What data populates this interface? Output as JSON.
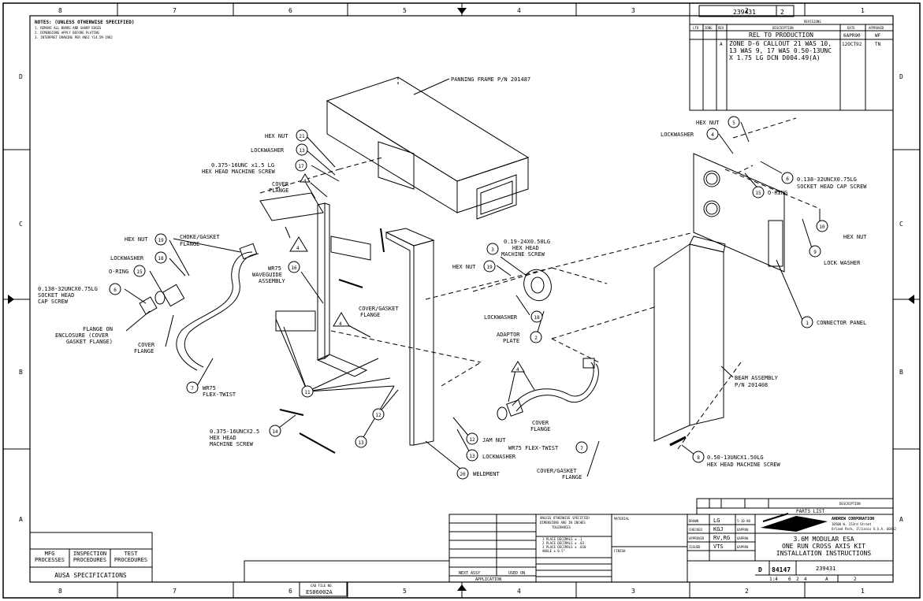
{
  "zone_columns_top": [
    "8",
    "7",
    "6",
    "5",
    "4",
    "3",
    "2",
    "1"
  ],
  "zone_columns_bottom": [
    "8",
    "7",
    "6",
    "5",
    "4",
    "3",
    "2",
    "1"
  ],
  "zone_rows": [
    "D",
    "C",
    "B",
    "A"
  ],
  "notes": {
    "title": "NOTES: (UNLESS OTHERWISE SPECIFIED)",
    "lines": [
      "1. REMOVE ALL BURRS AND SHARP EDGES",
      "2. DIMENSIONS APPLY BEFORE PLATING",
      "3. INTERPRET DRAWING PER ANSI Y14.5M-1982"
    ]
  },
  "header_box": {
    "number": "239431",
    "sheet": "2"
  },
  "revisions": {
    "title": "REVISIONS",
    "headers": [
      "LTR",
      "ZONE",
      "REV",
      "DESCRIPTION",
      "DATE",
      "APPROVED"
    ],
    "rows": [
      {
        "ltr": "",
        "zone": "",
        "rev": "",
        "lines": [
          "REL TO PRODUCTION"
        ],
        "date": "6APR90",
        "approved": "WF"
      },
      {
        "ltr": "",
        "zone": "",
        "rev": "A",
        "lines": [
          "ZONE D-6 CALLOUT 21 WAS 10,",
          "13 WAS 9, 17 WAS 0.50-13UNC",
          "X 1.75 LG DCN D004.49(A)"
        ],
        "date": "12OCT92",
        "approved": "TN"
      }
    ]
  },
  "callouts": {
    "panning_frame": "PANNING FRAME P/N 201487",
    "hex_nut_21": "HEX NUT",
    "lockwasher_13": "LOCKWASHER",
    "screw_17_l1": "0.375-16UNC x1.5 LG",
    "screw_17_l2": "HEX HEAD MACHINE SCREW",
    "cover_flange_1": "COVER",
    "cover_flange_2": "FLANGE",
    "hex_nut_19_left": "HEX NUT",
    "choke_1": "CHOKE/GASKET",
    "choke_2": "FLANGE",
    "lockwasher_18_left": "LOCKWASHER",
    "oring_15_left": "O-RING",
    "screw_6_l1": "0.138-32UNCX0.75LG",
    "screw_6_l2": "SOCKET HEAD",
    "screw_6_l3": "CAP SCREW",
    "flange_enc_1": "FLANGE ON",
    "flange_enc_2": "ENCLOSURE (COVER",
    "flange_enc_3": "GASKET FLANGE)",
    "cover_flange_b1": "COVER",
    "cover_flange_b2": "FLANGE",
    "wr75_guide_1": "WR75",
    "wr75_guide_2": "WAVEGUIDE",
    "wr75_guide_3": "ASSEMBLY",
    "cover_gasket_1": "COVER/GASKET",
    "cover_gasket_2": "FLANGE",
    "wr75_flex_1": "WR75",
    "wr75_flex_2": "FLEX-TWIST",
    "screw_14_1": "0.375-16UNCX2.5",
    "screw_14_2": "HEX HEAD",
    "screw_14_3": "MACHINE SCREW",
    "screw_3_1": "0.19-24X0.50LG",
    "screw_3_2": "HEX HEAD",
    "screw_3_3": "MACHINE SCREW",
    "hex_nut_19_mid": "HEX NUT",
    "lockwasher_18_mid": "LOCKWASHER",
    "adaptor_1": "ADAPTOR",
    "adaptor_2": "PLATE",
    "cover_flange_r1": "COVER",
    "cover_flange_r2": "FLANGE",
    "jam_nut": "JAM NUT",
    "wr75_flex_mid": "WR75 FLEX-TWIST",
    "lockwasher_13_mid": "LOCKWASHER",
    "weldment": "WELDMENT",
    "cover_gasket_b1": "COVER/GASKET",
    "cover_gasket_b2": "FLANGE",
    "hex_nut_5": "HEX NUT",
    "lockwasher_4": "LOCKWASHER",
    "screw_6r_1": "0.138-32UNCX0.75LG",
    "screw_6r_2": "SOCKET HEAD CAP SCREW",
    "oring_15_right": "O-RING",
    "hex_nut_10": "HEX NUT",
    "lock_washer_9": "LOCK WASHER",
    "connector_panel": "CONNECTOR PANEL",
    "beam_1": "BEAM ASSEMBLY",
    "beam_2": "P/N 201408",
    "screw_8_1": "0.50-13UNCX1.50LG",
    "screw_8_2": "HEX HEAD MACHINE SCREW"
  },
  "balloons": [
    "21",
    "13",
    "17",
    "4",
    "19",
    "18",
    "15",
    "6",
    "16",
    "4",
    "11",
    "7",
    "14",
    "12",
    "13",
    "3",
    "19",
    "18",
    "2",
    "4",
    "12",
    "13",
    "20",
    "7",
    "5",
    "4",
    "6",
    "15",
    "10",
    "9",
    "1",
    "8"
  ],
  "delta_notes": [
    "4",
    "4",
    "4",
    "4"
  ],
  "parts_list": {
    "title": "PARTS LIST",
    "description": "DESCRIPTION"
  },
  "company": {
    "name": "ANDREW CORPORATION",
    "addr1": "10500 W. 153rd Street",
    "addr2": "Orland Park, Illinois U.S.A. 60462"
  },
  "drawing_title": {
    "l1": "3.6M MODULAR ESA",
    "l2": "ONE RUN CROSS AXIS KIT",
    "l3": "INSTALLATION INSTRUCTIONS"
  },
  "title_block": {
    "size": "D",
    "code": "84147",
    "dwg_no": "239431",
    "scale": "1:4",
    "sheet": "2",
    "approvals": [
      {
        "role": "DRAWN",
        "name": "LG",
        "date": "5-10-90"
      },
      {
        "role": "CHECKED",
        "name": "KGJ",
        "date": "6APR90"
      },
      {
        "role": "APPROVED",
        "name": "RV,RG",
        "date": "6APR90"
      },
      {
        "role": "ISSUED",
        "name": "VTS",
        "date": "6APR90"
      }
    ],
    "footer_boxes": [
      "6",
      "2",
      "4",
      "A"
    ]
  },
  "tolerances": {
    "header": "UNLESS OTHERWISE SPECIFIED",
    "sub": "DIMENSIONS ARE IN INCHES",
    "title": "TOLERANCES",
    "lines": [
      "1 PLACE DECIMALS ± .1",
      "2 PLACE DECIMALS ± .03",
      "3 PLACE DECIMALS ± .010",
      "ANGLE ± 0.5°"
    ]
  },
  "next_assy": "NEXT ASSY",
  "used_on": "USED ON",
  "application": "APPLICATION",
  "material": "MATERIAL",
  "finish": "FINISH",
  "cad_file": {
    "label": "CAD FILE NO.",
    "value": "ES06002A"
  },
  "spec_box": {
    "cols": [
      "MFG PROCESSES",
      "INSPECTION PROCEDURES",
      "TEST PROCEDURES"
    ],
    "footer": "AUSA SPECIFICATIONS"
  }
}
